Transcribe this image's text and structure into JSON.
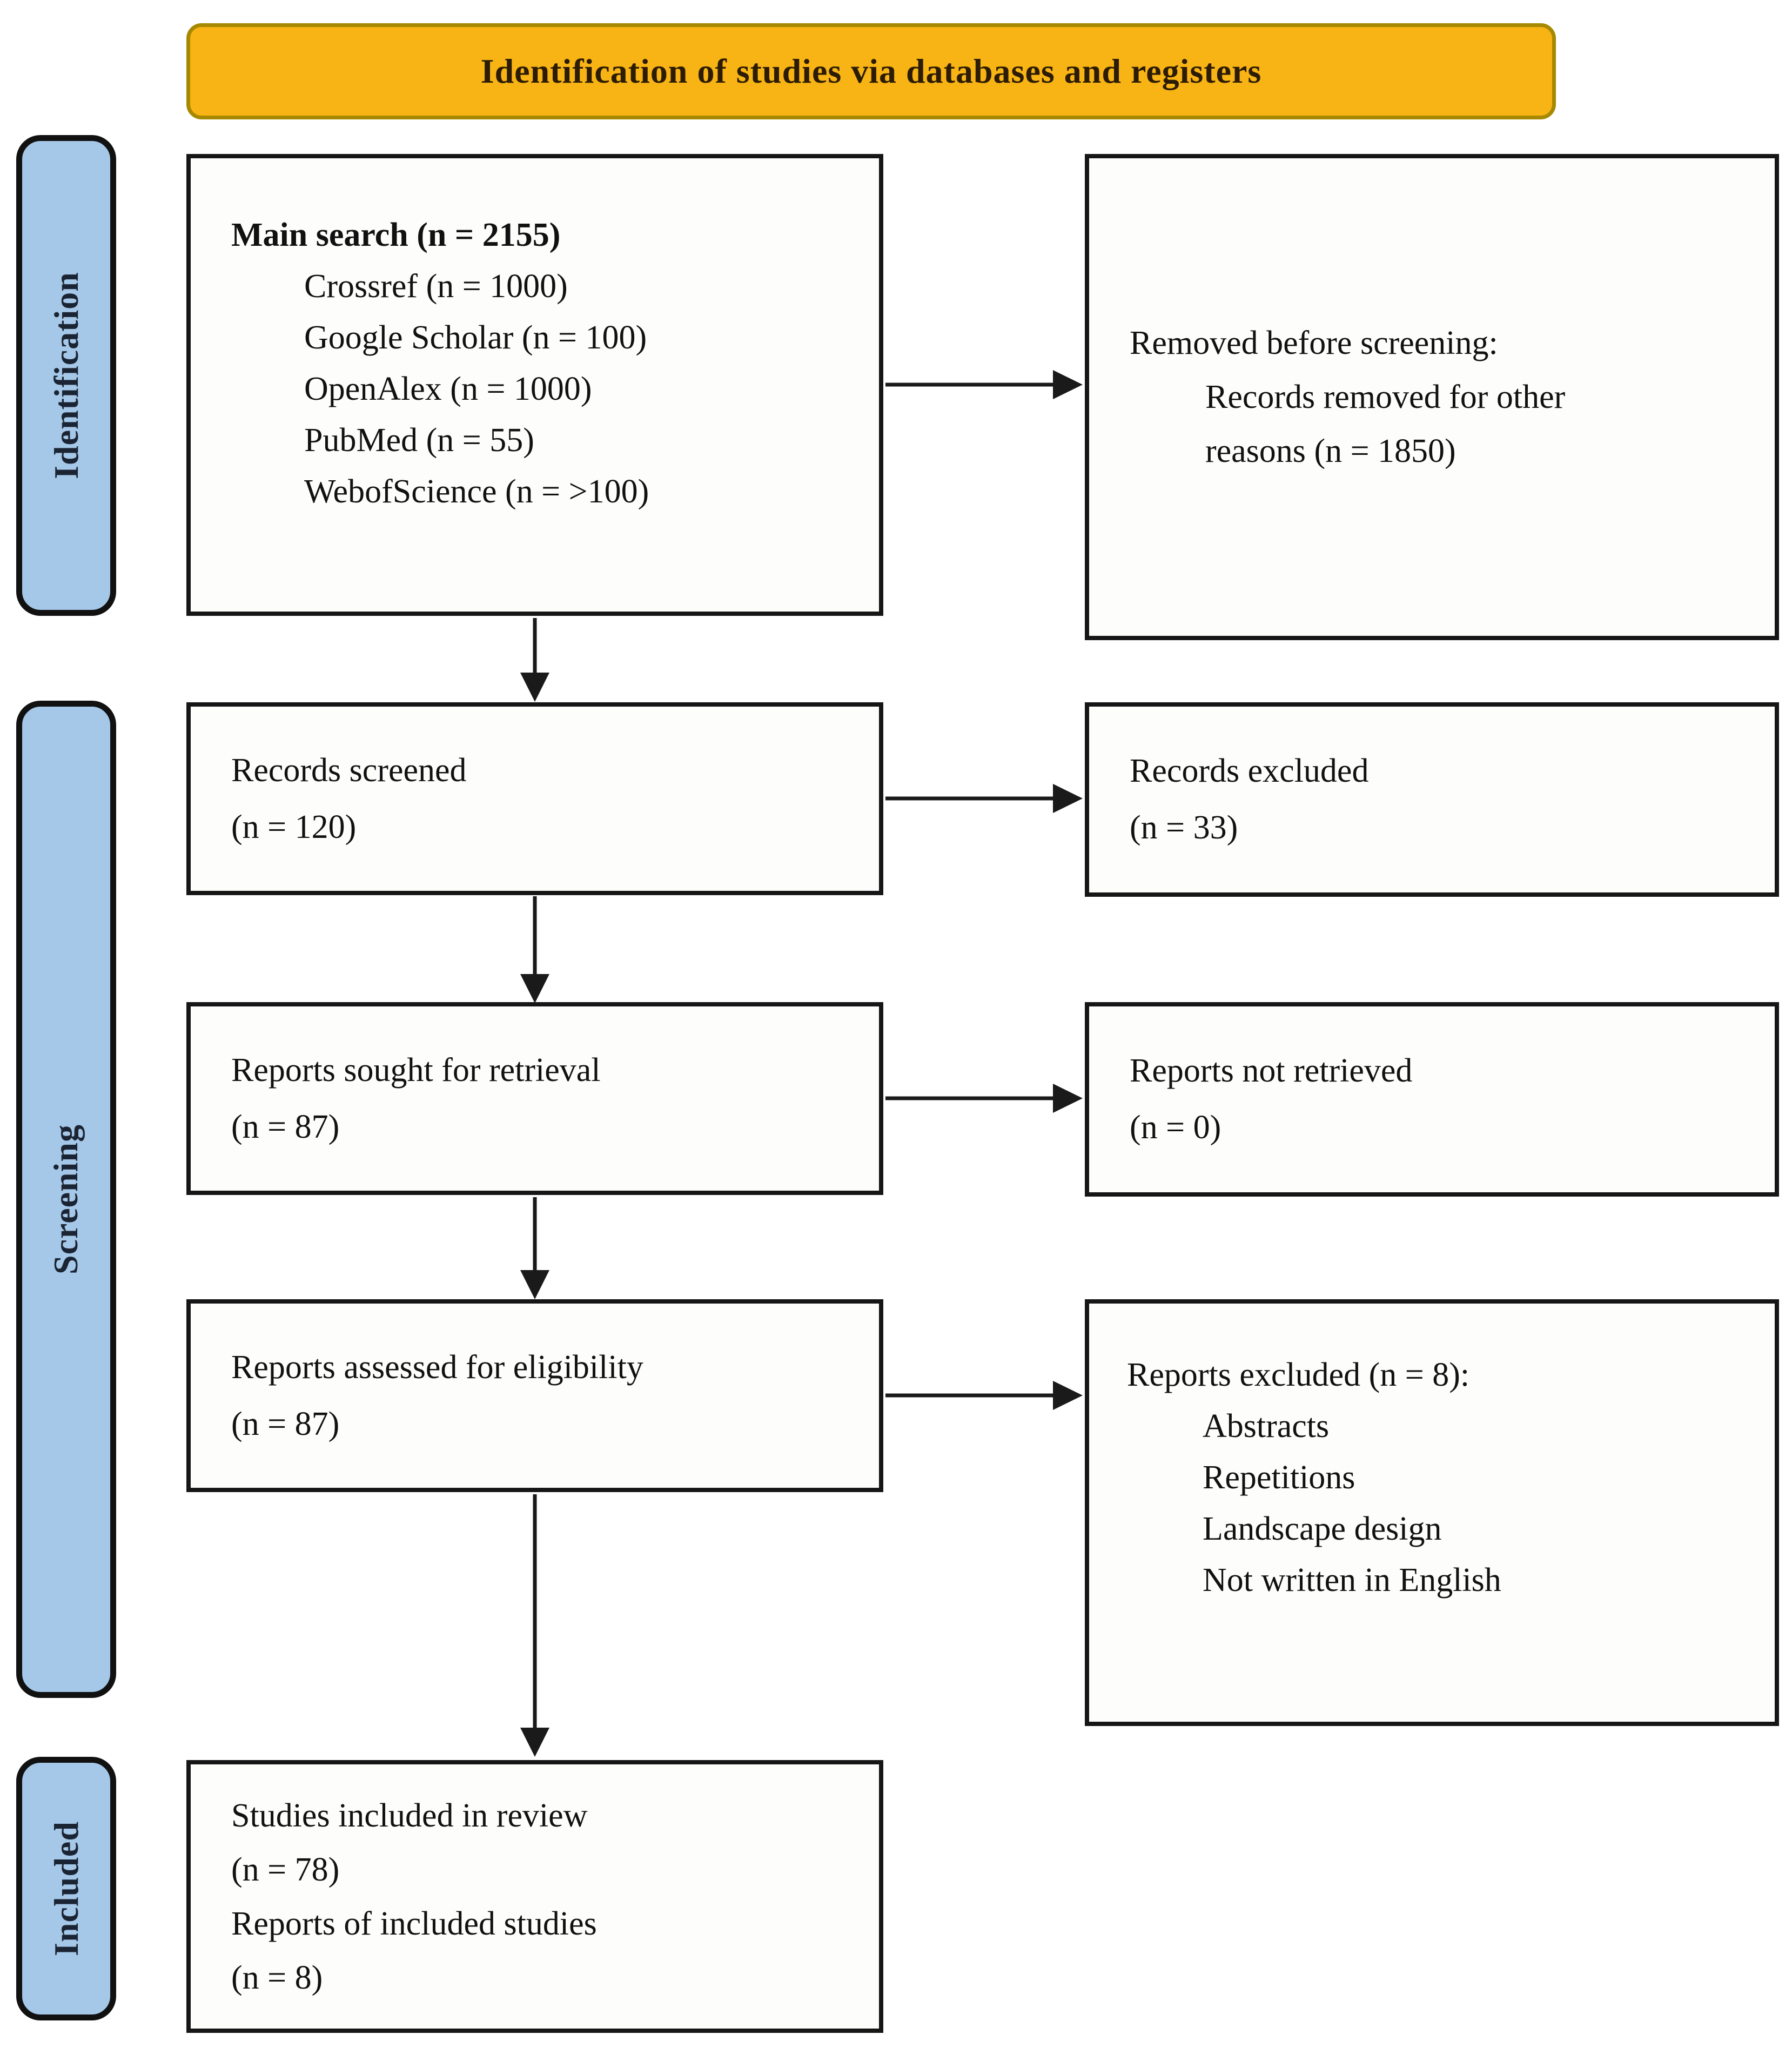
{
  "banner": {
    "title": "Identification of studies via databases and registers"
  },
  "stages": [
    {
      "label": "Identification"
    },
    {
      "label": "Screening"
    },
    {
      "label": "Included"
    }
  ],
  "boxes": {
    "main_search": {
      "heading": "Main search (n = 2155)",
      "sources": [
        "Crossref (n = 1000)",
        "Google Scholar (n = 100)",
        "OpenAlex (n = 1000)",
        "PubMed (n = 55)",
        "WebofScience (n = >100)"
      ]
    },
    "removed_before_screening": {
      "heading": "Removed before screening:",
      "detail": "Records removed for other reasons (n = 1850)"
    },
    "records_screened": {
      "lines": [
        "Records screened",
        "(n = 120)"
      ]
    },
    "records_excluded": {
      "lines": [
        "Records excluded",
        "(n = 33)"
      ]
    },
    "reports_sought": {
      "lines": [
        "Reports sought for retrieval",
        "(n = 87)"
      ]
    },
    "reports_not_retrieved": {
      "lines": [
        "Reports not retrieved",
        "(n = 0)"
      ]
    },
    "reports_assessed": {
      "lines": [
        "Reports assessed for eligibility",
        "(n = 87)"
      ]
    },
    "reports_excluded": {
      "heading": "Reports excluded (n = 8):",
      "reasons": [
        "Abstracts",
        "Repetitions",
        "Landscape design",
        "Not written in English"
      ]
    },
    "studies_included": {
      "lines": [
        "Studies included in review",
        "(n = 78)",
        "Reports of included studies",
        "(n = 8)"
      ]
    }
  },
  "colors": {
    "banner_fill": "#F8B314",
    "banner_border": "#A68900",
    "stage_fill": "#A5C7E8",
    "stage_border": "#111111",
    "box_border": "#161616",
    "arrow": "#1A1A1A",
    "banner_text": "#2B1C03",
    "stage_text": "#1B2433",
    "box_text": "#111111"
  }
}
